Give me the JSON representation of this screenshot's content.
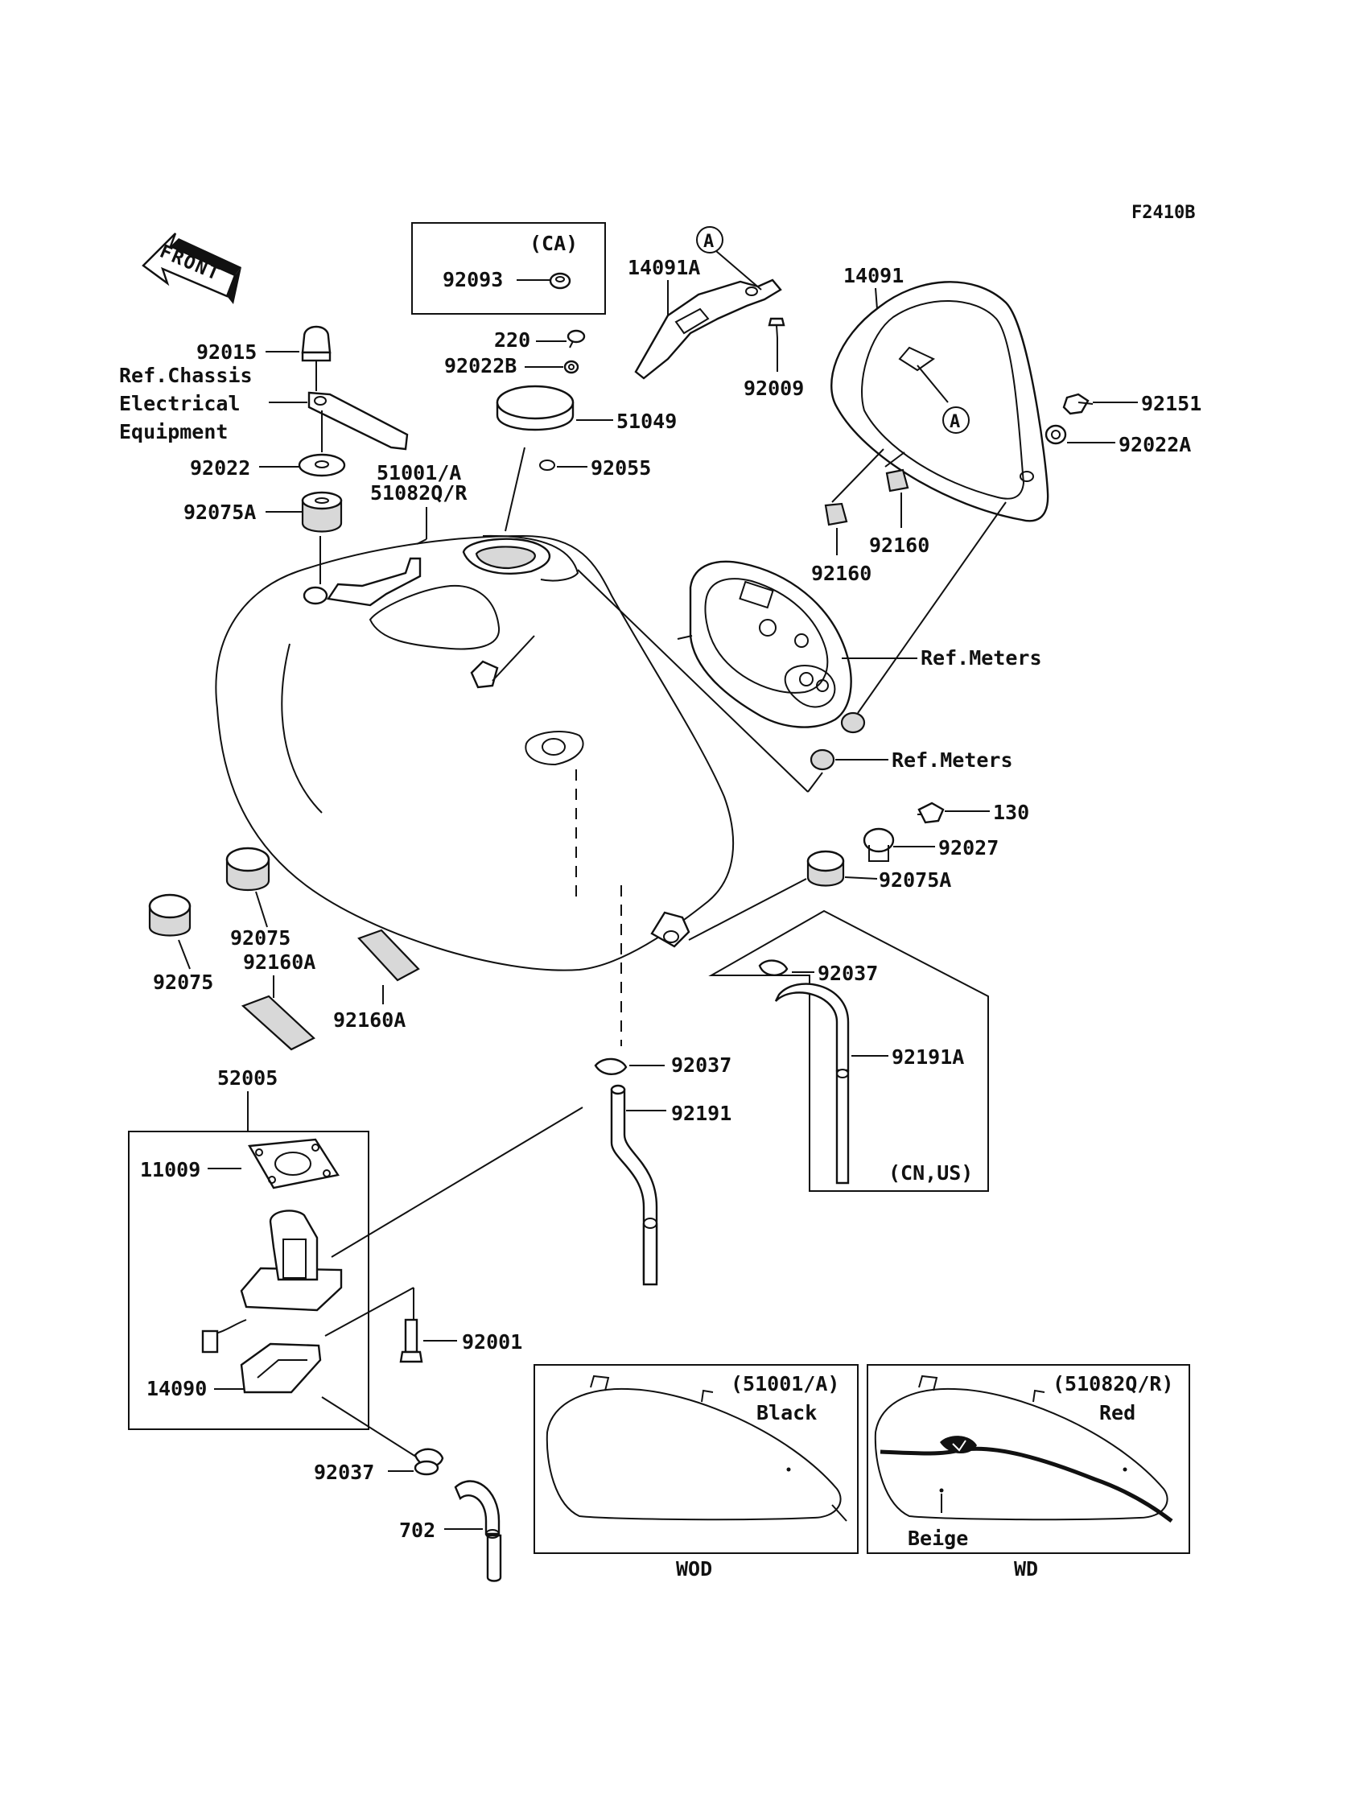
{
  "figure_code": "F2410B",
  "front_label": "FRONT",
  "callouts": {
    "ca_box_title": "(CA)",
    "p92093": "92093",
    "p14091A": "14091A",
    "circle_A": "A",
    "p14091": "14091",
    "p92015": "92015",
    "ref_chassis_1": "Ref.Chassis",
    "ref_chassis_2": "Electrical",
    "ref_chassis_3": "Equipment",
    "p220": "220",
    "p92022B": "92022B",
    "p92009": "92009",
    "p92151": "92151",
    "p51049": "51049",
    "p92022A": "92022A",
    "p92022": "92022",
    "p51001A": "51001/A",
    "p51082QR": "51082Q/R",
    "p92055": "92055",
    "p92075A_top": "92075A",
    "p92160_right": "92160",
    "p92160_left": "92160",
    "ref_meters_1": "Ref.Meters",
    "ref_meters_2": "Ref.Meters",
    "p130": "130",
    "p92027": "92027",
    "p92075A_right": "92075A",
    "p92075_a": "92075",
    "p92075_b": "92075",
    "p92160A_a": "92160A",
    "p92160A_b": "92160A",
    "p92037_right": "92037",
    "p92191A": "92191A",
    "cn_us": "(CN,US)",
    "p52005": "52005",
    "p11009": "11009",
    "p92037_mid": "92037",
    "p92191": "92191",
    "p92001": "92001",
    "p14090": "14090",
    "p92037_low": "92037",
    "p702": "702"
  },
  "variants": [
    {
      "code": "(51001/A)",
      "colors": [
        "Black"
      ],
      "model": "WOD"
    },
    {
      "code": "(51082Q/R)",
      "colors": [
        "Red",
        "Beige"
      ],
      "model": "WD"
    }
  ]
}
